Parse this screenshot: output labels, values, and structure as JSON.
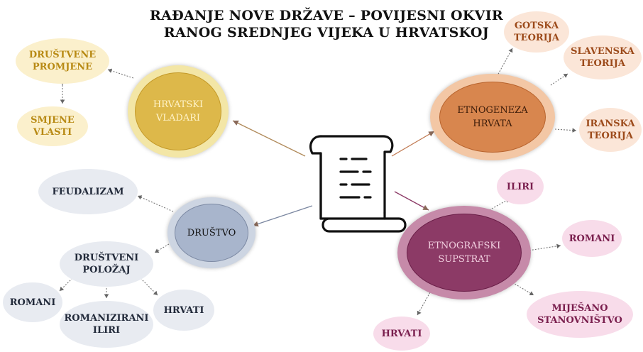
{
  "title": {
    "line1": "RAĐANJE NOVE DRŽAVE – POVIJESNI OKVIR",
    "line2": "RANOG SREDNJEG VIJEKA U HRVATSKOJ"
  },
  "hubs": {
    "vladari": "HRVATSKI\nVLADARI",
    "etnogeneza": "ETNOGENEZA\nHRVATA",
    "drustvo": "DRUŠTVO",
    "supstrat": "ETNOGRAFSKI\nSUPSTRAT"
  },
  "leaves": {
    "drustvene_promjene": "DRUŠTVENE\nPROMJENE",
    "smjene_vlasti": "SMJENE\nVLASTI",
    "gotska": "GOTSKA\nTEORIJA",
    "slavenska": "SLAVENSKA\nTEORIJA",
    "iranska": "IRANSKA\nTEORIJA",
    "feudalizam": "FEUDALIZAM",
    "drustveni_polozaj": "DRUŠTVENI\nPOLOŽAJ",
    "romani_left": "ROMANI",
    "romanizirani": "ROMANIZIRANI\nILIRI",
    "hrvati_mid": "HRVATI",
    "iliri": "ILIRI",
    "romani_right": "ROMANI",
    "mijesano": "MIJEŠANO\nSTANOVNIŠTVO",
    "hrvati_bottom": "HRVATI"
  },
  "colors": {
    "gold_hub": "#ddb84a",
    "gold_ring": "#f3e6a6",
    "gold_leaf": "#fbf0cc",
    "gold_text": "#b88a14",
    "orange_hub": "#d8864e",
    "orange_ring": "#f3c7a5",
    "orange_leaf": "#fbe6d8",
    "orange_text": "#9c4a1a",
    "slate_hub": "#a8b5cc",
    "slate_ring": "#cdd5e2",
    "slate_leaf": "#e8ebf1",
    "slate_text": "#222a3a",
    "plum_hub": "#8c3a66",
    "plum_ring": "#c68aa9",
    "plum_leaf": "#f8dcea",
    "plum_text": "#7a1f4e"
  },
  "icons": {
    "center": "scroll-icon"
  }
}
